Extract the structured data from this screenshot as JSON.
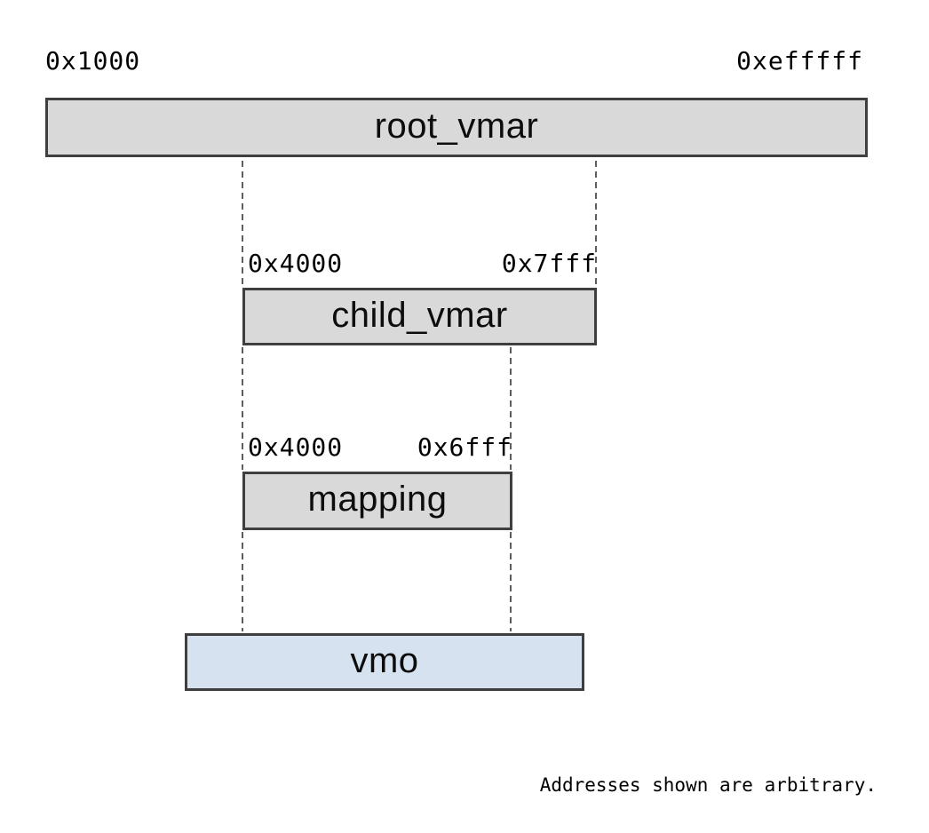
{
  "colors": {
    "box-fill": "#d9d9d9",
    "vmo-fill": "#d6e2f0",
    "box-border": "#3f3f3f",
    "dash-color": "#5e5e5e",
    "text-color": "#000000"
  },
  "regions": {
    "root_vmar": {
      "label": "root_vmar",
      "start_addr": "0x1000",
      "end_addr": "0xefffff"
    },
    "child_vmar": {
      "label": "child_vmar",
      "start_addr": "0x4000",
      "end_addr": "0x7fff"
    },
    "mapping": {
      "label": "mapping",
      "start_addr": "0x4000",
      "end_addr": "0x6fff"
    },
    "vmo": {
      "label": "vmo"
    }
  },
  "footnote": "Addresses shown are arbitrary."
}
